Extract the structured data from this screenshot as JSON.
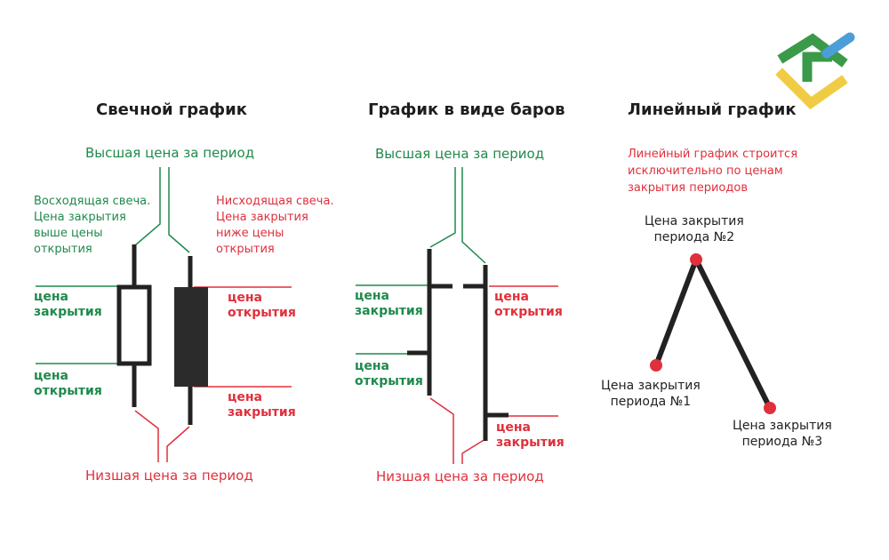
{
  "colors": {
    "green": "#1f8a4c",
    "red": "#e0303c",
    "black": "#222222",
    "logo_green": "#3a9a4a",
    "logo_yellow": "#f0cc45",
    "logo_blue": "#4a9fd8"
  },
  "logo": {
    "icon": "brand-logo-icon"
  },
  "candle": {
    "title": "Свечной график",
    "high_label": "Высшая цена за период",
    "low_label": "Низшая цена за период",
    "bull_note": [
      "Восходящая свеча.",
      "Цена закрытия",
      "выше цены",
      "открытия"
    ],
    "bear_note": [
      "Нисходящая свеча.",
      "Цена закрытия",
      "ниже цены",
      "открытия"
    ],
    "bull_close": [
      "цена",
      "закрытия"
    ],
    "bull_open": [
      "цена",
      "открытия"
    ],
    "bear_open": [
      "цена",
      "открытия"
    ],
    "bear_close": [
      "цена",
      "закрытия"
    ]
  },
  "bars": {
    "title": "График в виде баров",
    "high_label": "Высшая цена за период",
    "low_label": "Низшая цена за период",
    "bull_close": [
      "цена",
      "закрытия"
    ],
    "bull_open": [
      "цена",
      "открытия"
    ],
    "bear_open": [
      "цена",
      "открытия"
    ],
    "bear_close": [
      "цена",
      "закрытия"
    ]
  },
  "line": {
    "title": "Линейный график",
    "note": [
      "Линейный график строится",
      "исключительно по ценам",
      "закрытия периодов"
    ],
    "points": [
      {
        "label": [
          "Цена закрытия",
          "периода №1"
        ]
      },
      {
        "label": [
          "Цена закрытия",
          "периода №2"
        ]
      },
      {
        "label": [
          "Цена закрытия",
          "периода №3"
        ]
      }
    ]
  }
}
